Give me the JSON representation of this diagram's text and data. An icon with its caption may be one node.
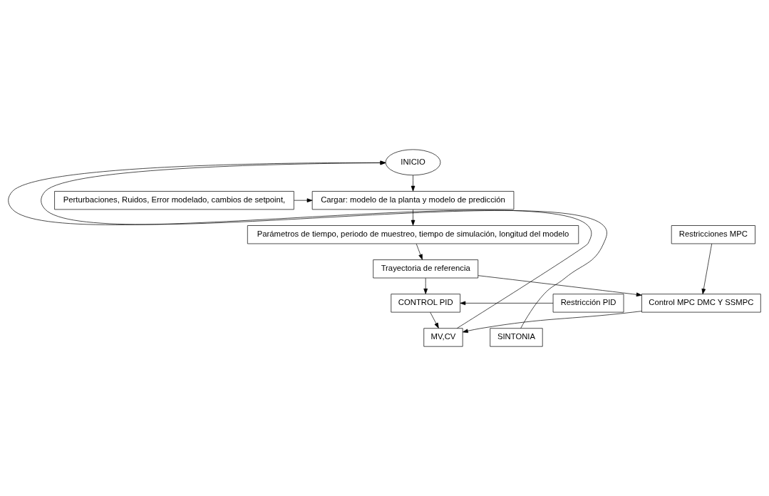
{
  "diagram": {
    "nodes": [
      {
        "text": [
          "INICIO"
        ]
      },
      {
        "text": [
          "Cargar: modelo de la planta y modelo de predicción"
        ]
      },
      {
        "text": [
          "Perturbaciones, Ruidos, Error modelado, cambios de setpoint,"
        ]
      },
      {
        "text": [
          "Parámetros de tiempo, periodo de muestreo, tiempo de simulación, longitud del modelo"
        ]
      },
      {
        "text": [
          "Restricciones MPC"
        ]
      },
      {
        "text": [
          "Trayectoria de referencia"
        ]
      },
      {
        "text": [
          "Control MPC DMC Y SSMPC"
        ]
      },
      {
        "text": [
          "CONTROL PID"
        ]
      },
      {
        "text": [
          "Restricción PID"
        ]
      },
      {
        "text": [
          "MV,CV"
        ]
      },
      {
        "text": [
          "SINTONIA"
        ]
      }
    ],
    "edges": [
      {
        "from": 0,
        "to": 1,
        "arrow": "to"
      },
      {
        "from": 2,
        "to": 1,
        "arrow": "to"
      },
      {
        "from": 1,
        "to": 3,
        "arrow": "to"
      },
      {
        "from": 3,
        "to": 5,
        "arrow": "to"
      },
      {
        "from": 4,
        "to": 6,
        "arrow": "to"
      },
      {
        "from": 5,
        "to": 6,
        "arrow": "to"
      },
      {
        "from": 5,
        "to": 7,
        "arrow": "to"
      },
      {
        "from": 8,
        "to": 7,
        "arrow": "to"
      },
      {
        "from": 6,
        "to": 9,
        "arrow": "to"
      },
      {
        "from": 7,
        "to": 9,
        "arrow": "to"
      },
      {
        "from": 9,
        "to": 0,
        "arrow": "to"
      },
      {
        "from": 10,
        "to": 0,
        "arrow": "to"
      }
    ]
  }
}
